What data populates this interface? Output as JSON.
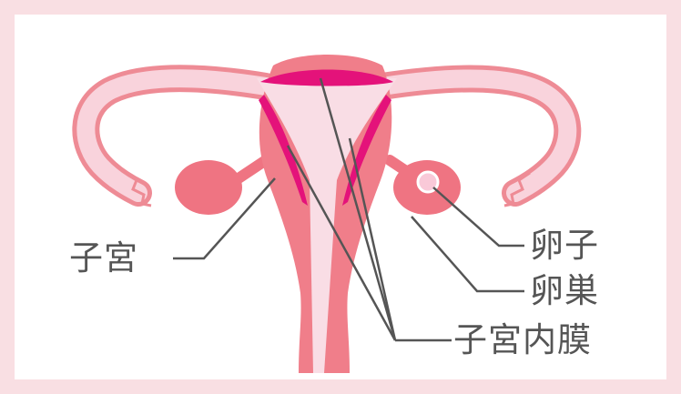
{
  "labels": {
    "uterus": "子宮",
    "egg": "卵子",
    "ovary": "卵巣",
    "endometrium": "子宮内膜"
  },
  "colors": {
    "background": "#f9dfe3",
    "panel": "#ffffff",
    "uterus_body": "#f07e8a",
    "tube": "#f9d3dc",
    "tube_outline": "#ee8b95",
    "cavity": "#f9dde5",
    "endometrium": "#e4127a",
    "ovary": "#ef7482",
    "egg": "#f9c9d8",
    "leader_line": "#555555",
    "label_text": "#555555"
  }
}
